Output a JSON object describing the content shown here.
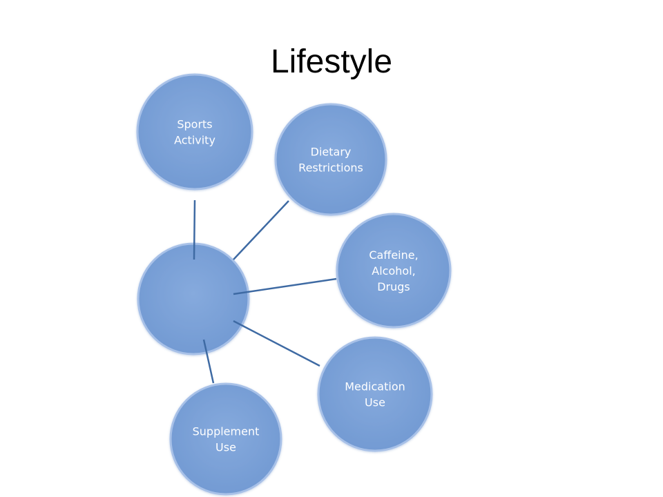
{
  "title": "Lifestyle",
  "colors": {
    "node_fill": "#7ea3d9",
    "node_stroke": "#a8c1e8",
    "connector": "#3e6aa3",
    "label": "#ffffff"
  },
  "diagram": {
    "center_label": "",
    "nodes": [
      {
        "id": "sports",
        "lines": [
          "Sports",
          "Activity"
        ]
      },
      {
        "id": "dietary",
        "lines": [
          "Dietary",
          "Restrictions"
        ]
      },
      {
        "id": "caffeine",
        "lines": [
          "Caffeine,",
          "Alcohol,",
          "Drugs"
        ]
      },
      {
        "id": "medication",
        "lines": [
          "Medication",
          "Use"
        ]
      },
      {
        "id": "supplement",
        "lines": [
          "Supplement",
          "Use"
        ]
      }
    ]
  }
}
